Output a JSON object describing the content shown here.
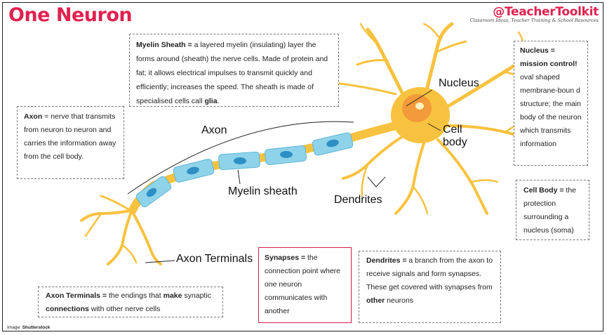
{
  "header": {
    "title": "One Neuron"
  },
  "brand": {
    "name": "@TeacherToolkit",
    "tagline": "Classroom Ideas, Teacher Training & School Resources"
  },
  "labels": {
    "nucleus": "Nucleus",
    "cell_body_line1": "Cell",
    "cell_body_line2": "body",
    "axon": "Axon",
    "myelin": "Myelin sheath",
    "dendrites": "Dendrites",
    "axon_terminals": "Axon Terminals"
  },
  "boxes": {
    "myelin": {
      "term": "Myelin Sheath =",
      "text1": " a layered myelin (insulating) layer the forms around (sheath) the nerve cells. Made of protein and fat; it allows electrical impulses to transmit quickly and efficiently; increases the speed. The sheath is made of specialised cells call ",
      "bold2": "glia",
      "text2": "."
    },
    "axon": {
      "term": "Axon",
      "text1": " = nerve that transmits from neuron to neuron and carries the information away from the cell body."
    },
    "nucleus": {
      "term": "Nucleus = mission control!",
      "text1": " oval shaped membrane-boun d structure; the main body of the neuron which transmits information"
    },
    "cellbody": {
      "term": "Cell Body =",
      "text1": " the protection surrounding a nucleus (soma)"
    },
    "terminals": {
      "term": "Axon Terminals =",
      "text1": " the endings that ",
      "bold2": "make",
      "text2": " synaptic ",
      "bold3": "connections",
      "text3": " with other nerve cells"
    },
    "synapses": {
      "term": "Synapses =",
      "text1": " the connection point where one neuron communicates with another"
    },
    "dendrites": {
      "term": "Dendrites =",
      "text1": " a branch from the axon to receive signals and form synapses. These get covered with synapses from ",
      "bold2": "other",
      "text2": " neurons"
    }
  },
  "credit": {
    "prefix": "Image: ",
    "source": "Shutterstock"
  },
  "colors": {
    "accent": "#e0224f",
    "neuron": "#f7c23f",
    "myelin": "#8fd3ea",
    "nucleus": "#f39a3a"
  }
}
